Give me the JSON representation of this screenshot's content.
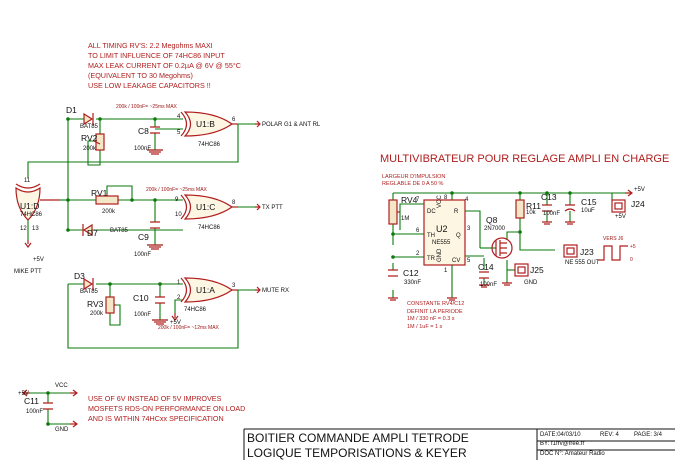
{
  "notes": {
    "timing": "ALL TIMING RV'S: 2.2 Megohms MAXI\nTO LIMIT INFLUENCE OF 74HC86 INPUT\nMAX LEAK CURRENT OF 0.2µA @ 6V @ 55°C\n(EQUIVALENT TO 30 Megohms)\nUSE LOW LEAKAGE CAPACITORS !!",
    "supply": "USE OF 6V INSTEAD OF 5V IMPROVES\nMOSFETS RDS-ON PERFORMANCE ON LOAD\nAND IS WITHIN 74HCxx SPECIFICATION",
    "impulse": "LARGEUR D'IMPULSION\nREGLABLE DE 0 A 50 %",
    "constante": "CONSTANTE RV4/C12\nDEFINIT LA PERIODE\n1M / 330 nF = 0.3 s\n1M / 1uF = 1 s"
  },
  "multivibrateur_title": "MULTIVIBRATEUR POUR REGLAGE AMPLI EN CHARGE",
  "title_block": {
    "title_line1": "BOITIER COMMANDE AMPLI TETRODE",
    "title_line2": "LOGIQUE TEMPORISATIONS & KEYER",
    "date": "DATE:04/03/10",
    "rev": "REV: 4",
    "page": "PAGE:  3/4",
    "by": "BY:  f1frv@free.fr",
    "doc": "DOC N°: Amateur Radio"
  },
  "timing_labels": {
    "ub": "200k / 100nF= ~25ms MAX",
    "uc": "200k / 100nF= ~25ms MAX",
    "ua": "200k / 100nF= ~12ms MAX"
  },
  "components": {
    "D1": "D1",
    "D1_val": "BAT85",
    "D3": "D3",
    "D3_val": "BAT85",
    "D7": "D7",
    "D7_val": "BAT85",
    "RV1": "RV1",
    "RV1_val": "200k",
    "RV2": "RV2",
    "RV2_val": "200k",
    "RV3": "RV3",
    "RV3_val": "200k",
    "RV4": "RV4",
    "RV4_val": "1M",
    "C8": "C8",
    "C8_val": "100nF",
    "C9": "C9",
    "C9_val": "100nF",
    "C10": "C10",
    "C10_val": "100nF",
    "C11": "C11",
    "C11_val": "100nF",
    "C12": "C12",
    "C12_val": "330nF",
    "C13": "C13",
    "C13_val": "100nF",
    "C14": "C14",
    "C14_val": "100nF",
    "C15": "C15",
    "C15_val": "10uF",
    "R11": "R11",
    "R11_val": "10k",
    "Q8": "Q8",
    "Q8_val": "2N7000",
    "U1A": "U1:A",
    "U1B": "U1:B",
    "U1C": "U1:C",
    "U1D": "U1:D",
    "U1_val": "74HC86",
    "U2": "U2",
    "U2_val": "NE555",
    "J23": "J23",
    "J24": "J24",
    "J25": "J25"
  },
  "nets": {
    "polar": "POLAR G1 & ANT RL",
    "txptt": "TX PTT",
    "muterx": "MUTE RX",
    "mikeptt": "MIKE PTT",
    "plus5": "+5V",
    "vcc": "VCC",
    "gnd": "GND",
    "ne555out": "NE 555 OUT",
    "vers_j6": "VERS J6",
    "sig_plus5": "+5",
    "sig_zero": "0"
  },
  "pins": {
    "p1": "1",
    "p2": "2",
    "p3": "3",
    "p4": "4",
    "p5": "5",
    "p6": "6",
    "p7": "7",
    "p8": "8",
    "p9": "9",
    "p10": "10",
    "p11": "11",
    "p12": "12",
    "p13": "13",
    "dc": "DC",
    "r": "R",
    "th": "TH",
    "tr": "TR",
    "q": "Q",
    "cv": "CV",
    "vcc": "VCC",
    "gnd": "GND"
  }
}
